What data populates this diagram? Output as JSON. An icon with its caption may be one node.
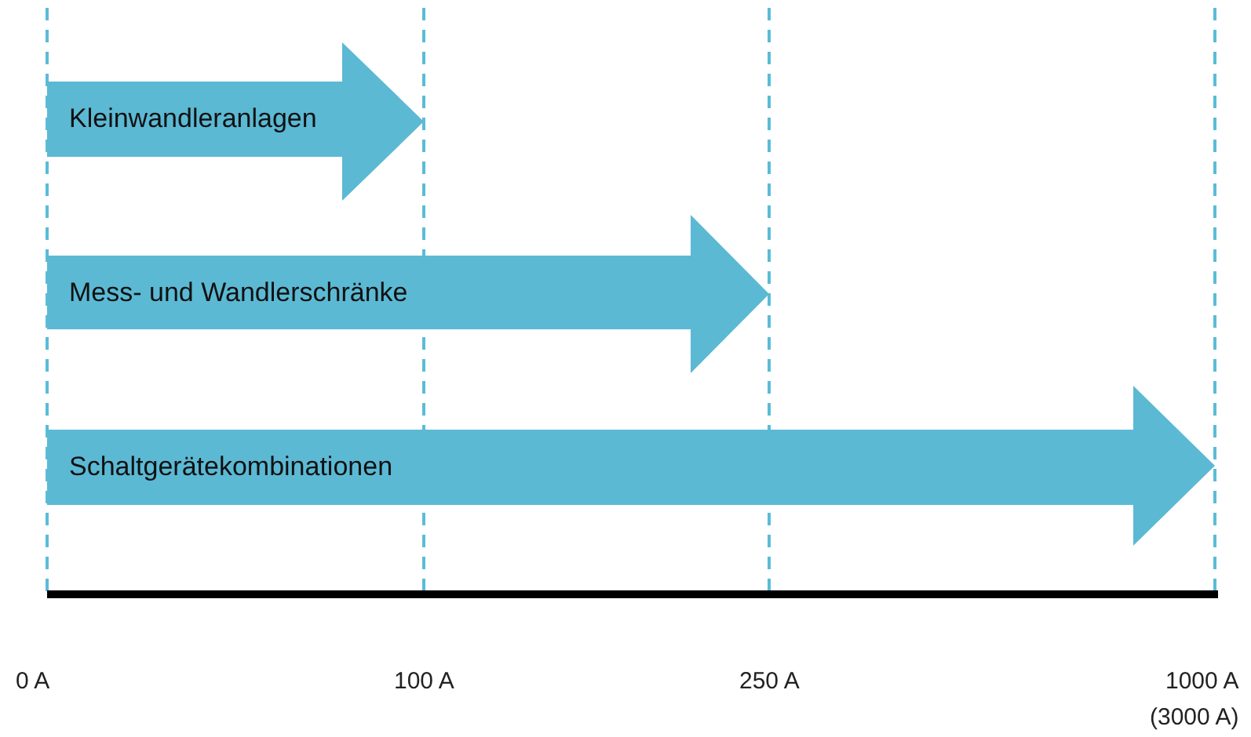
{
  "diagram": {
    "nodes": [
      {
        "text": [
          "Kleinwandleranlagen"
        ]
      },
      {
        "text": [
          "Mess- und Wandlerschränke"
        ]
      },
      {
        "text": [
          "Schaltgerätekombinationen"
        ]
      }
    ],
    "labels": [
      "0 A",
      "100 A",
      "250 A",
      "1000 A",
      "(3000 A)"
    ]
  }
}
